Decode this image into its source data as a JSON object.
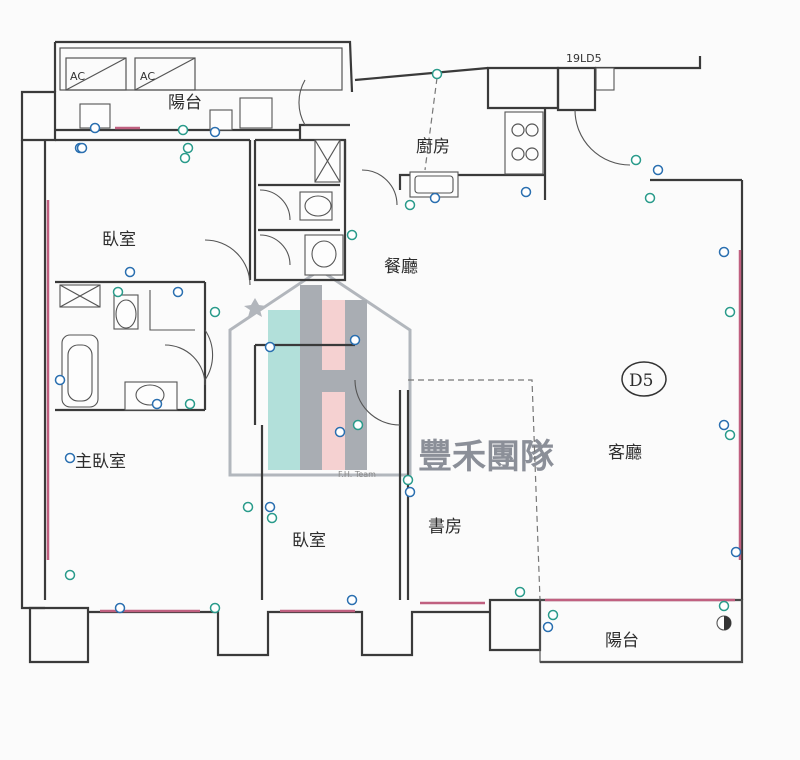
{
  "rooms": {
    "balcony_top": "陽台",
    "kitchen": "廚房",
    "bedroom_top": "臥室",
    "dining": "餐廳",
    "master_bedroom": "主臥室",
    "bedroom_mid": "臥室",
    "study": "書房",
    "living": "客廳",
    "balcony_bottom": "陽台"
  },
  "ac_labels": [
    "AC",
    "AC"
  ],
  "unit_code": "D5",
  "elevation_note": "19LD5",
  "watermark": {
    "team_name": "豐禾團隊",
    "team_sub": "F.H. Team"
  },
  "colors": {
    "wall": "#3a3a3a",
    "outlet_blue": "#2a6fb0",
    "outlet_teal": "#2a9b8b",
    "accent_pink": "#c06080",
    "watermark_teal": "#8fd3c8",
    "watermark_pink": "#f3b6b6",
    "watermark_gray": "#7c8088"
  }
}
